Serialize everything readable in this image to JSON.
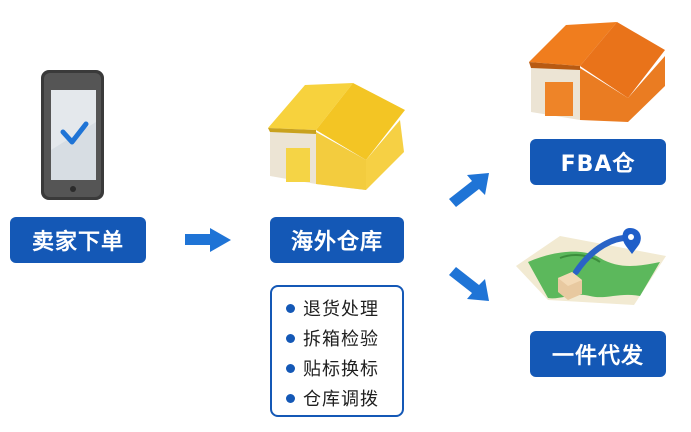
{
  "nodes": {
    "seller_order": "卖家下单",
    "overseas_warehouse": "海外仓库",
    "fba_warehouse": "FBA仓",
    "dropshipping": "一件代发"
  },
  "services": [
    "退货处理",
    "拆箱检验",
    "贴标换标",
    "仓库调拨"
  ],
  "colors": {
    "accent": "#1458b6",
    "arrow": "#1f74d6",
    "warehouse_yellow": "#f7d23d",
    "warehouse_orange": "#f07d1e"
  },
  "icons": [
    "phone-icon",
    "yellow-warehouse-icon",
    "orange-warehouse-icon",
    "map-route-icon",
    "arrow-right-icon",
    "arrow-up-right-icon",
    "arrow-down-right-icon"
  ]
}
